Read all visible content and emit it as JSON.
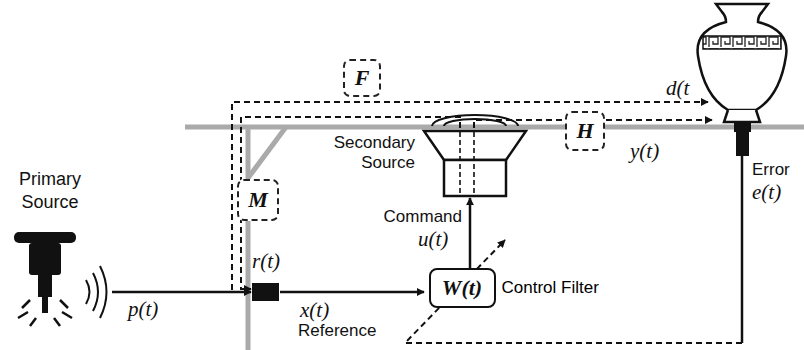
{
  "diagram": {
    "nodes": [
      {
        "text": [
          "F"
        ]
      },
      {
        "text": [
          "M"
        ]
      },
      {
        "text": [
          "H"
        ]
      },
      {
        "text": [
          "W(t)",
          "Control Filter"
        ]
      }
    ],
    "labels": [
      "Primary Source",
      "p(t)",
      "r(t)",
      "x(t)",
      "Reference",
      "Command",
      "u(t)",
      "Secondary Source",
      "d(t",
      "y(t)",
      "Error",
      "e(t)"
    ]
  }
}
